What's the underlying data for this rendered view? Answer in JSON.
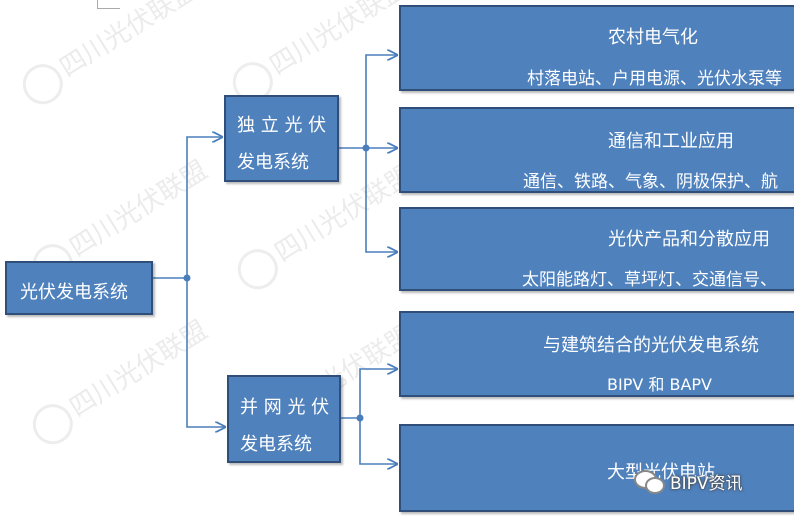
{
  "watermark": {
    "text": "四川光伏联盟"
  },
  "root": {
    "label": "光伏发电系统"
  },
  "branches": [
    {
      "label_line1": "独 立 光 伏",
      "label_line2": "发电系统",
      "children": [
        {
          "title": "农村电气化",
          "detail": "村落电站、户用电源、光伏水泵等"
        },
        {
          "title": "通信和工业应用",
          "detail": "通信、铁路、气象、阴极保护、航"
        },
        {
          "title": "光伏产品和分散应用",
          "detail": "太阳能路灯、草坪灯、交通信号、"
        }
      ]
    },
    {
      "label_line1": "并 网 光 伏",
      "label_line2": "发电系统",
      "children": [
        {
          "title": "与建筑结合的光伏发电系统",
          "detail": "BIPV 和 BAPV"
        },
        {
          "title": "大型光伏电站",
          "detail": ""
        }
      ]
    }
  ],
  "badge": {
    "text": "BIPV资讯",
    "icon": "wechat-icon"
  },
  "colors": {
    "box_fill": "#4f81bd",
    "box_border": "#2f4f7a",
    "connector": "#4a7ebb",
    "text": "#ffffff"
  }
}
